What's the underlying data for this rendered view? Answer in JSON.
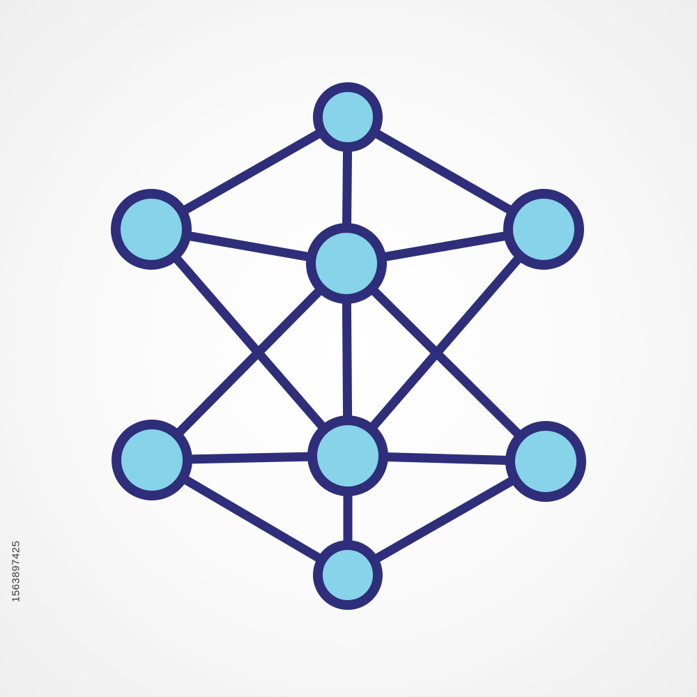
{
  "diagram": {
    "colors": {
      "stroke": "#2e2e7a",
      "fill": "#87d3ea"
    },
    "nodes": [
      {
        "id": "top"
      },
      {
        "id": "upper-left"
      },
      {
        "id": "upper-right"
      },
      {
        "id": "center-upper"
      },
      {
        "id": "center-lower"
      },
      {
        "id": "lower-left"
      },
      {
        "id": "lower-right"
      },
      {
        "id": "bottom"
      }
    ],
    "edges": [
      [
        "top",
        "upper-left"
      ],
      [
        "top",
        "upper-right"
      ],
      [
        "top",
        "center-upper"
      ],
      [
        "upper-left",
        "center-upper"
      ],
      [
        "upper-right",
        "center-upper"
      ],
      [
        "upper-left",
        "center-lower"
      ],
      [
        "upper-right",
        "center-lower"
      ],
      [
        "center-upper",
        "lower-left"
      ],
      [
        "center-upper",
        "lower-right"
      ],
      [
        "center-upper",
        "center-lower"
      ],
      [
        "lower-left",
        "center-lower"
      ],
      [
        "lower-right",
        "center-lower"
      ],
      [
        "lower-left",
        "bottom"
      ],
      [
        "lower-right",
        "bottom"
      ],
      [
        "center-lower",
        "bottom"
      ]
    ]
  },
  "watermark": {
    "stock_id": "1563897425"
  }
}
